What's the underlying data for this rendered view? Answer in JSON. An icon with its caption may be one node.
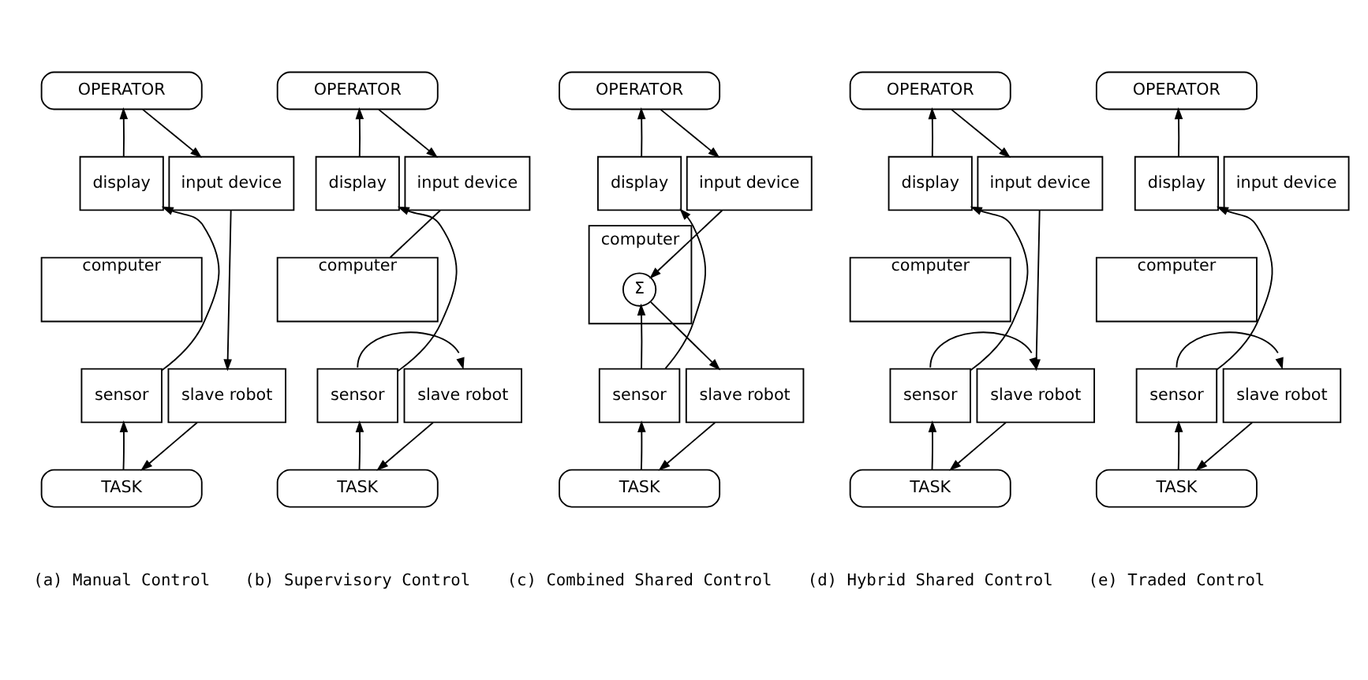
{
  "diagram": {
    "nodes": [
      {
        "text": [
          "OPERATOR"
        ]
      },
      {
        "text": [
          "display"
        ]
      },
      {
        "text": [
          "input device"
        ]
      },
      {
        "text": [
          "computer"
        ]
      },
      {
        "text": [
          "sensor"
        ]
      },
      {
        "text": [
          "slave robot"
        ]
      },
      {
        "text": [
          "TASK"
        ]
      },
      {
        "text": [
          "OPERATOR"
        ]
      },
      {
        "text": [
          "display"
        ]
      },
      {
        "text": [
          "input device"
        ]
      },
      {
        "text": [
          "computer"
        ]
      },
      {
        "text": [
          "sensor"
        ]
      },
      {
        "text": [
          "slave robot"
        ]
      },
      {
        "text": [
          "TASK"
        ]
      },
      {
        "text": [
          "OPERATOR"
        ]
      },
      {
        "text": [
          "display"
        ]
      },
      {
        "text": [
          "input device"
        ]
      },
      {
        "text": [
          "computer"
        ]
      },
      {
        "text": [
          "Σ"
        ],
        "in": 17
      },
      {
        "text": [
          "sensor"
        ]
      },
      {
        "text": [
          "slave robot"
        ]
      },
      {
        "text": [
          "TASK"
        ]
      },
      {
        "text": [
          "OPERATOR"
        ]
      },
      {
        "text": [
          "display"
        ]
      },
      {
        "text": [
          "input device"
        ]
      },
      {
        "text": [
          "computer"
        ]
      },
      {
        "text": [
          "sensor"
        ]
      },
      {
        "text": [
          "slave robot"
        ]
      },
      {
        "text": [
          "TASK"
        ]
      },
      {
        "text": [
          "OPERATOR"
        ]
      },
      {
        "text": [
          "display"
        ]
      },
      {
        "text": [
          "input device"
        ]
      },
      {
        "text": [
          "computer"
        ]
      },
      {
        "text": [
          "sensor"
        ]
      },
      {
        "text": [
          "slave robot"
        ]
      },
      {
        "text": [
          "TASK"
        ]
      }
    ],
    "edges": [
      {
        "from": 6,
        "to": 4,
        "arrow": "to"
      },
      {
        "from": 4,
        "to": 1,
        "arrow": "to"
      },
      {
        "from": 1,
        "to": 0,
        "arrow": "to"
      },
      {
        "from": 0,
        "to": 2,
        "arrow": "to"
      },
      {
        "from": 2,
        "to": 5,
        "arrow": "to"
      },
      {
        "from": 5,
        "to": 6,
        "arrow": "to"
      },
      {
        "from": 13,
        "to": 11,
        "arrow": "to"
      },
      {
        "from": 11,
        "to": 8,
        "arrow": "to"
      },
      {
        "from": 8,
        "to": 7,
        "arrow": "to"
      },
      {
        "from": 7,
        "to": 9,
        "arrow": "to"
      },
      {
        "from": 9,
        "to": 10,
        "arrow": "none"
      },
      {
        "from": 11,
        "to": 12,
        "arrow": "to"
      },
      {
        "from": 12,
        "to": 13,
        "arrow": "to"
      },
      {
        "from": 21,
        "to": 19,
        "arrow": "to"
      },
      {
        "from": 19,
        "to": 15,
        "arrow": "to"
      },
      {
        "from": 15,
        "to": 14,
        "arrow": "to"
      },
      {
        "from": 14,
        "to": 16,
        "arrow": "to"
      },
      {
        "from": 16,
        "to": 18,
        "arrow": "to"
      },
      {
        "from": 19,
        "to": 18,
        "arrow": "to"
      },
      {
        "from": 18,
        "to": 20,
        "arrow": "to"
      },
      {
        "from": 20,
        "to": 21,
        "arrow": "to"
      },
      {
        "from": 28,
        "to": 26,
        "arrow": "to"
      },
      {
        "from": 26,
        "to": 23,
        "arrow": "to"
      },
      {
        "from": 23,
        "to": 22,
        "arrow": "to"
      },
      {
        "from": 22,
        "to": 24,
        "arrow": "to"
      },
      {
        "from": 26,
        "to": 27,
        "arrow": "to"
      },
      {
        "from": 24,
        "to": 27,
        "arrow": "to"
      },
      {
        "from": 27,
        "to": 28,
        "arrow": "to"
      },
      {
        "from": 35,
        "to": 33,
        "arrow": "to"
      },
      {
        "from": 33,
        "to": 30,
        "arrow": "to"
      },
      {
        "from": 30,
        "to": 29,
        "arrow": "to"
      },
      {
        "from": 33,
        "to": 34,
        "arrow": "to"
      },
      {
        "from": 34,
        "to": 35,
        "arrow": "to"
      }
    ],
    "labels": [
      "(a) Manual Control",
      "(b) Supervisory Control",
      "(c) Combined Shared Control",
      "(d) Hybrid Shared Control",
      "(e) Traded Control"
    ]
  }
}
